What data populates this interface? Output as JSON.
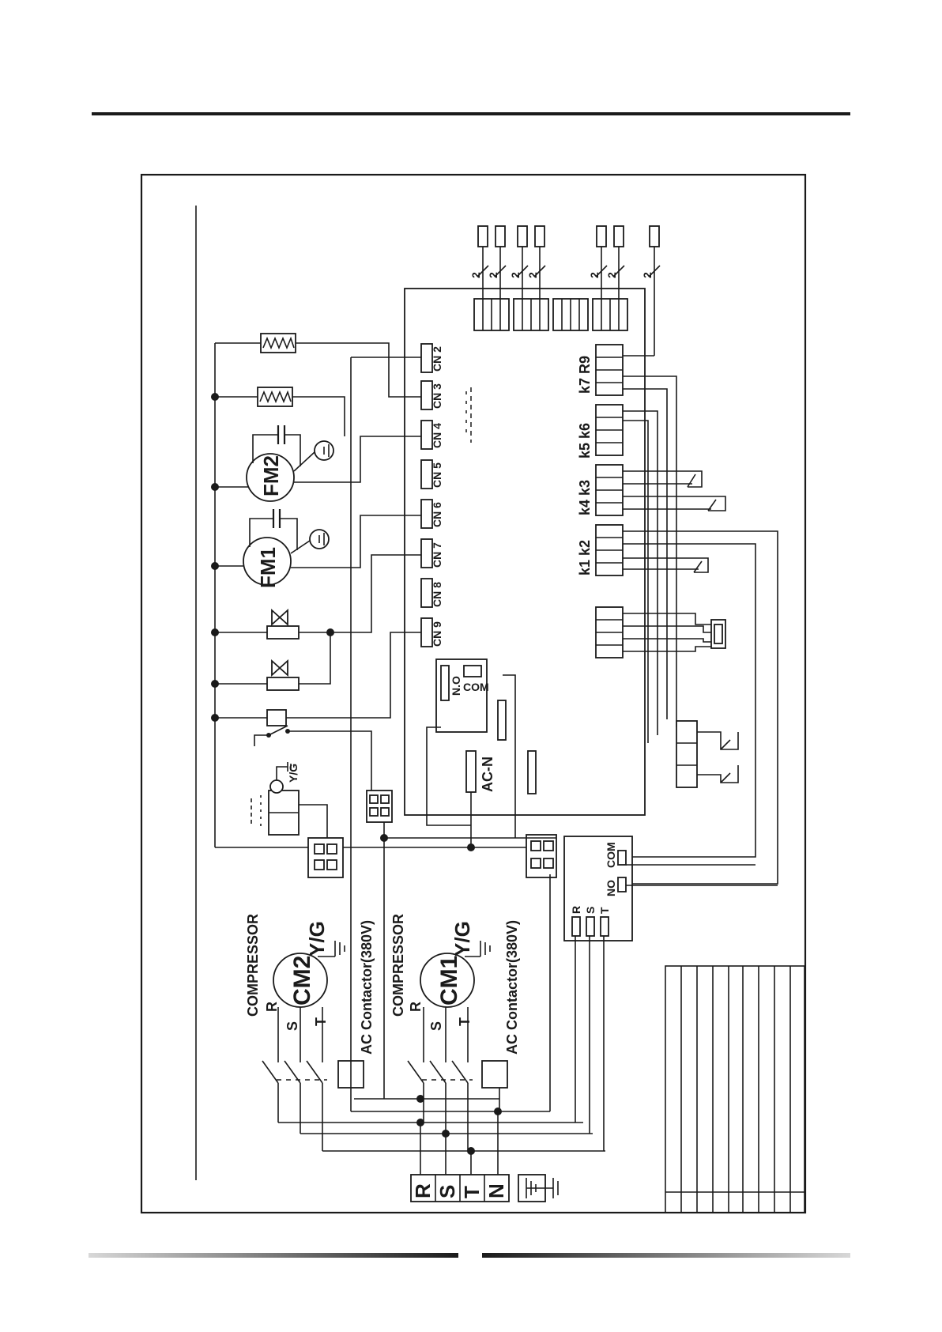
{
  "connectors": [
    "CN 2",
    "CN 3",
    "CN 4",
    "CN 5",
    "CN 6",
    "CN 7",
    "CN 8",
    "CN 9"
  ],
  "relay_labels": [
    "k7 R9",
    "k5 k6",
    "k4 k3",
    "k1 k2"
  ],
  "board_labels": {
    "acn": "AC-N",
    "no": "N.O",
    "com": "COM"
  },
  "wire_gauge": [
    "2",
    "2",
    "2",
    "2",
    "2",
    "2",
    "2"
  ],
  "motors": {
    "fm1": "FM1",
    "fm2": "FM2"
  },
  "compressors": [
    {
      "id": "CM2",
      "title": "COMPRESSOR",
      "ground": "Y/G",
      "contactor": "AC Contactor(380V)",
      "r": "R",
      "s": "S",
      "t": "T"
    },
    {
      "id": "CM1",
      "title": "COMPRESSOR",
      "ground": "Y/G",
      "contactor": "AC Contactor(380V)",
      "r": "R",
      "s": "S",
      "t": "T"
    }
  ],
  "pump_ground": "Y/G",
  "phase_monitor": {
    "r": "R",
    "s": "S",
    "t": "T",
    "com": "COM",
    "no": "NO"
  },
  "terminals": [
    "R",
    "S",
    "T",
    "N"
  ]
}
